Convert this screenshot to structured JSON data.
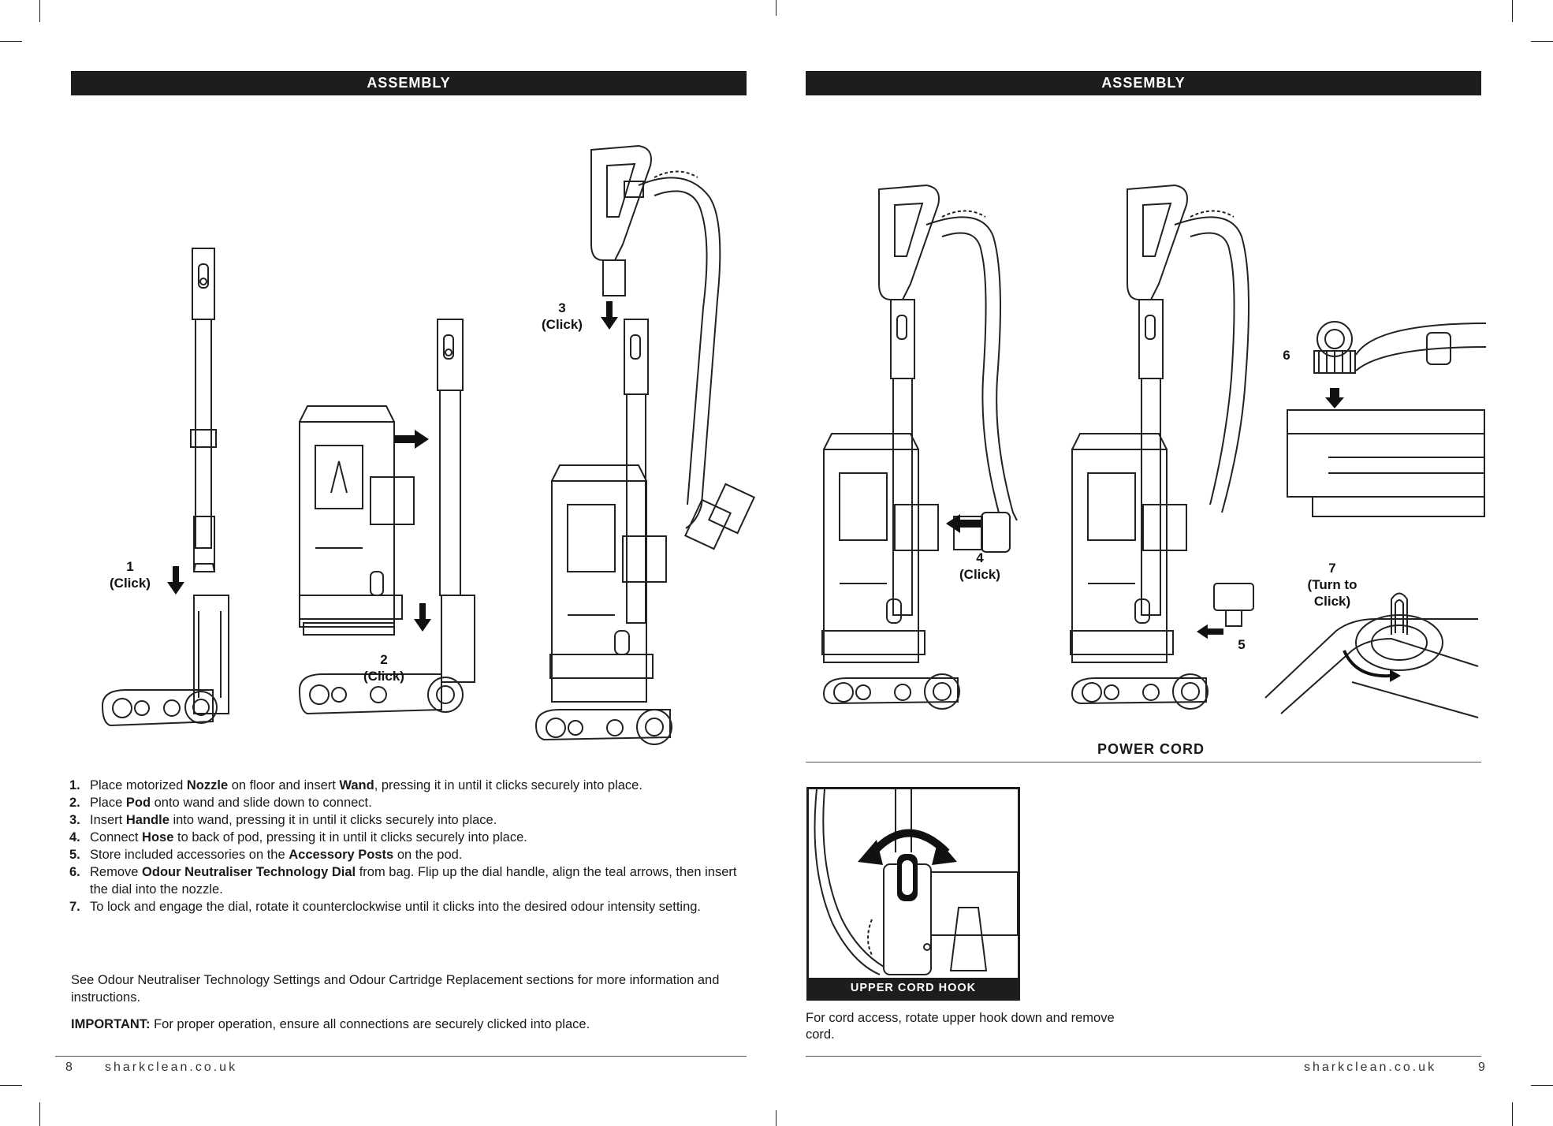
{
  "left_page": {
    "section_title": "ASSEMBLY",
    "callouts": {
      "c1": {
        "num": "1",
        "label": "(Click)"
      },
      "c2": {
        "num": "2",
        "label": "(Click)"
      },
      "c3": {
        "num": "3",
        "label": "(Click)"
      }
    },
    "steps": [
      {
        "num": "1.",
        "parts": [
          "Place motorized ",
          "Nozzle",
          " on floor and insert ",
          "Wand",
          ", pressing it in until it clicks securely into place."
        ]
      },
      {
        "num": "2.",
        "parts": [
          "Place ",
          "Pod",
          " onto wand and slide down to connect."
        ]
      },
      {
        "num": "3.",
        "parts": [
          "Insert ",
          "Handle",
          " into wand, pressing it in until it clicks securely into place."
        ]
      },
      {
        "num": "4.",
        "parts": [
          "Connect ",
          "Hose",
          " to back of pod, pressing it in until it clicks securely into place."
        ]
      },
      {
        "num": "5.",
        "parts": [
          "Store included accessories on the ",
          "Accessory Posts",
          " on the pod."
        ]
      },
      {
        "num": "6.",
        "parts": [
          "Remove ",
          "Odour Neutraliser Technology Dial",
          " from bag. Flip up the dial handle, align the teal arrows, then insert the dial into the nozzle."
        ]
      },
      {
        "num": "7.",
        "parts": [
          "To lock and engage the dial, rotate it counterclockwise until it clicks into the desired odour intensity setting."
        ]
      }
    ],
    "see_note": "See Odour Neutraliser Technology Settings and Odour Cartridge Replacement sections for more information and instructions.",
    "important_label": "IMPORTANT:",
    "important_text": " For proper operation, ensure all connections are securely clicked into place.",
    "page_number": "8",
    "website": "sharkclean.co.uk"
  },
  "right_page": {
    "section_title": "ASSEMBLY",
    "callouts": {
      "c4": {
        "num": "4",
        "label": "(Click)"
      },
      "c5": {
        "num": "5"
      },
      "c6": {
        "num": "6"
      },
      "c7": {
        "num": "7",
        "label1": "(Turn to",
        "label2": "Click)"
      }
    },
    "power_cord_title": "POWER CORD",
    "inset_label": "UPPER CORD HOOK",
    "cord_text": "For cord access, rotate upper hook down and remove cord.",
    "page_number": "9",
    "website": "sharkclean.co.uk"
  },
  "colors": {
    "bar": "#1d1d1d",
    "text": "#1a1a1a",
    "line": "#333333"
  }
}
